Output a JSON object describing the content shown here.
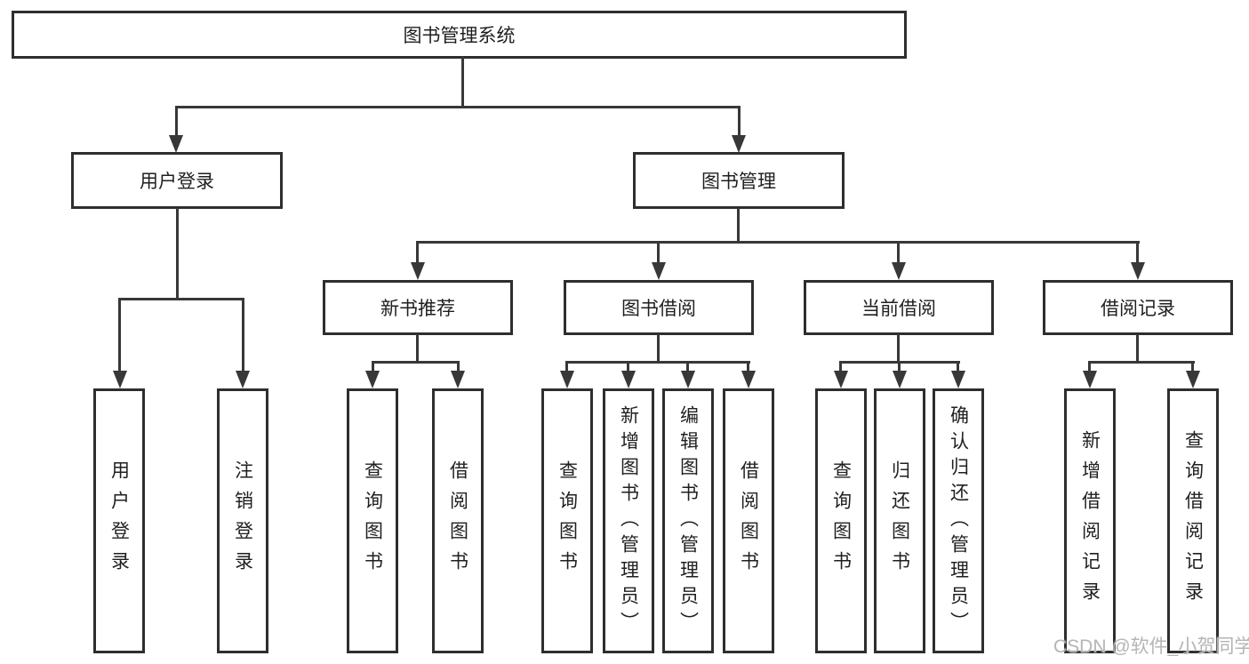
{
  "diagram": {
    "root": "图书管理系统",
    "branches": {
      "user": {
        "label": "用户登录",
        "children": [
          "用户登录",
          "注销登录"
        ]
      },
      "book": {
        "label": "图书管理",
        "sections": [
          {
            "label": "新书推荐",
            "children": [
              "查询图书",
              "借阅图书"
            ]
          },
          {
            "label": "图书借阅",
            "children": [
              "查询图书",
              "新增图书（管理员）",
              "编辑图书（管理员）",
              "借阅图书"
            ]
          },
          {
            "label": "当前借阅",
            "children": [
              "查询图书",
              "归还图书",
              "确认归还（管理员）"
            ]
          },
          {
            "label": "借阅记录",
            "children": [
              "新增借阅记录",
              "查询借阅记录"
            ]
          }
        ]
      }
    }
  },
  "watermark": "CSDN @软件_小贺同学",
  "colors": {
    "line": "#383838",
    "border": "#2e2e2e",
    "text": "#1f1f1f",
    "watermark": "#b5b5b5"
  }
}
